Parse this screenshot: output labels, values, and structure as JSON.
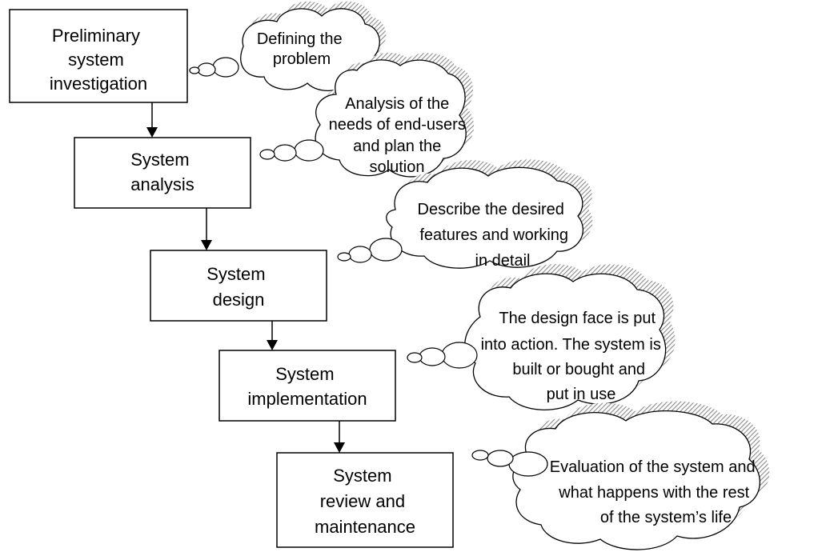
{
  "stages": [
    {
      "lines": [
        "Preliminary",
        "system",
        "investigation"
      ]
    },
    {
      "lines": [
        "System",
        "analysis"
      ]
    },
    {
      "lines": [
        "System",
        "design"
      ]
    },
    {
      "lines": [
        "System",
        "implementation"
      ]
    },
    {
      "lines": [
        "System",
        "review and",
        "maintenance"
      ]
    }
  ],
  "notes": [
    {
      "lines": [
        "Defining the",
        "problem"
      ]
    },
    {
      "lines": [
        "Analysis of the",
        "needs of end-users",
        "and plan the",
        "solution"
      ]
    },
    {
      "lines": [
        "Describe the desired",
        "features and working",
        "in detail"
      ]
    },
    {
      "lines": [
        "The design face is put",
        "into action. The system is",
        "built or bought and",
        "put in use"
      ]
    },
    {
      "lines": [
        "Evaluation of the system and",
        "what happens with the rest",
        "of the system’s life"
      ]
    }
  ]
}
